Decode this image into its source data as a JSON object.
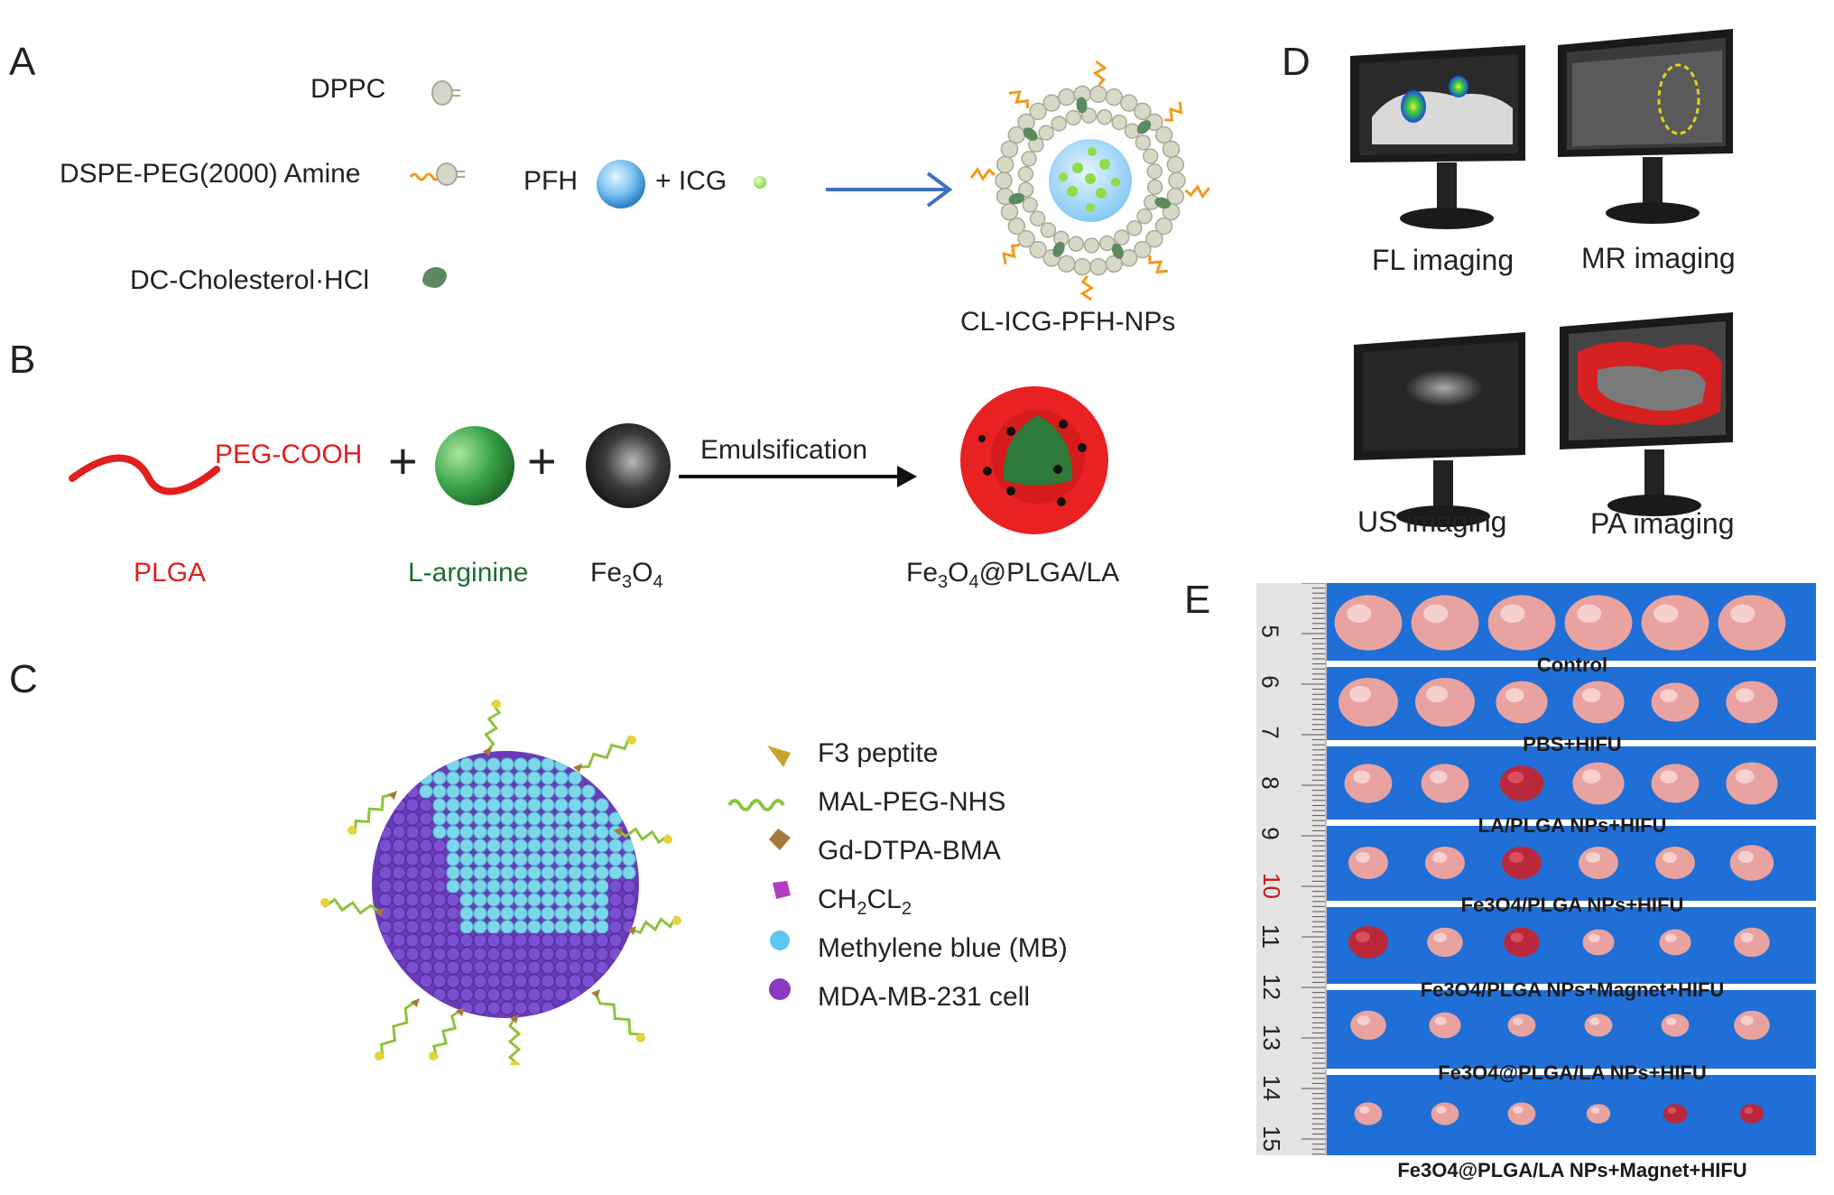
{
  "panels": {
    "a": "A",
    "b": "B",
    "c": "C",
    "d": "D",
    "e": "E"
  },
  "panel_a": {
    "components": [
      "DPPC",
      "DSPE-PEG(2000) Amine",
      "DC-Cholesterol·HCl"
    ],
    "pfh": "PFH",
    "plus_icg": "+ ICG",
    "product": "CL-ICG-PFH-NPs"
  },
  "panel_b": {
    "chain_label": "PEG-COOH",
    "plus": "+",
    "arrow_label": "Emulsification",
    "plga": "PLGA",
    "larginine": "L-arginine",
    "fe3o4_main": "Fe",
    "fe3o4_sub1": "3",
    "fe3o4_o": "O",
    "fe3o4_sub2": "4",
    "product_pre": "Fe",
    "product_sub1": "3",
    "product_o": "O",
    "product_sub2": "4",
    "product_post": "@PLGA/LA",
    "colors": {
      "red": "#e01e1e",
      "green": "#1f8a3a"
    }
  },
  "panel_c": {
    "legend": {
      "f3": "F3 peptite",
      "mal": "MAL-PEG-NHS",
      "gd": "Gd-DTPA-BMA",
      "ch2cl2_a": "CH",
      "ch2cl2_s1": "2",
      "ch2cl2_b": "CL",
      "ch2cl2_s2": "2",
      "mb": "Methylene blue (MB)",
      "mda": "MDA-MB-231 cell"
    }
  },
  "panel_d": {
    "captions": [
      "FL imaging",
      "MR imaging",
      "US imaging",
      "PA imaging"
    ]
  },
  "panel_e": {
    "ruler": [
      "5",
      "6",
      "7",
      "8",
      "9",
      "10",
      "11",
      "12",
      "13",
      "14",
      "15"
    ],
    "groups": [
      "Control",
      "PBS+HIFU",
      "LA/PLGA NPs+HIFU",
      "Fe3O4/PLGA NPs+HIFU",
      "Fe3O4/PLGA NPs+Magnet+HIFU",
      "Fe3O4@PLGA/LA NPs+HIFU",
      "Fe3O4@PLGA/LA NPs+Magnet+HIFU"
    ],
    "colors": {
      "background": "#1f6fd6",
      "tissue": "#e8a3a0"
    }
  }
}
